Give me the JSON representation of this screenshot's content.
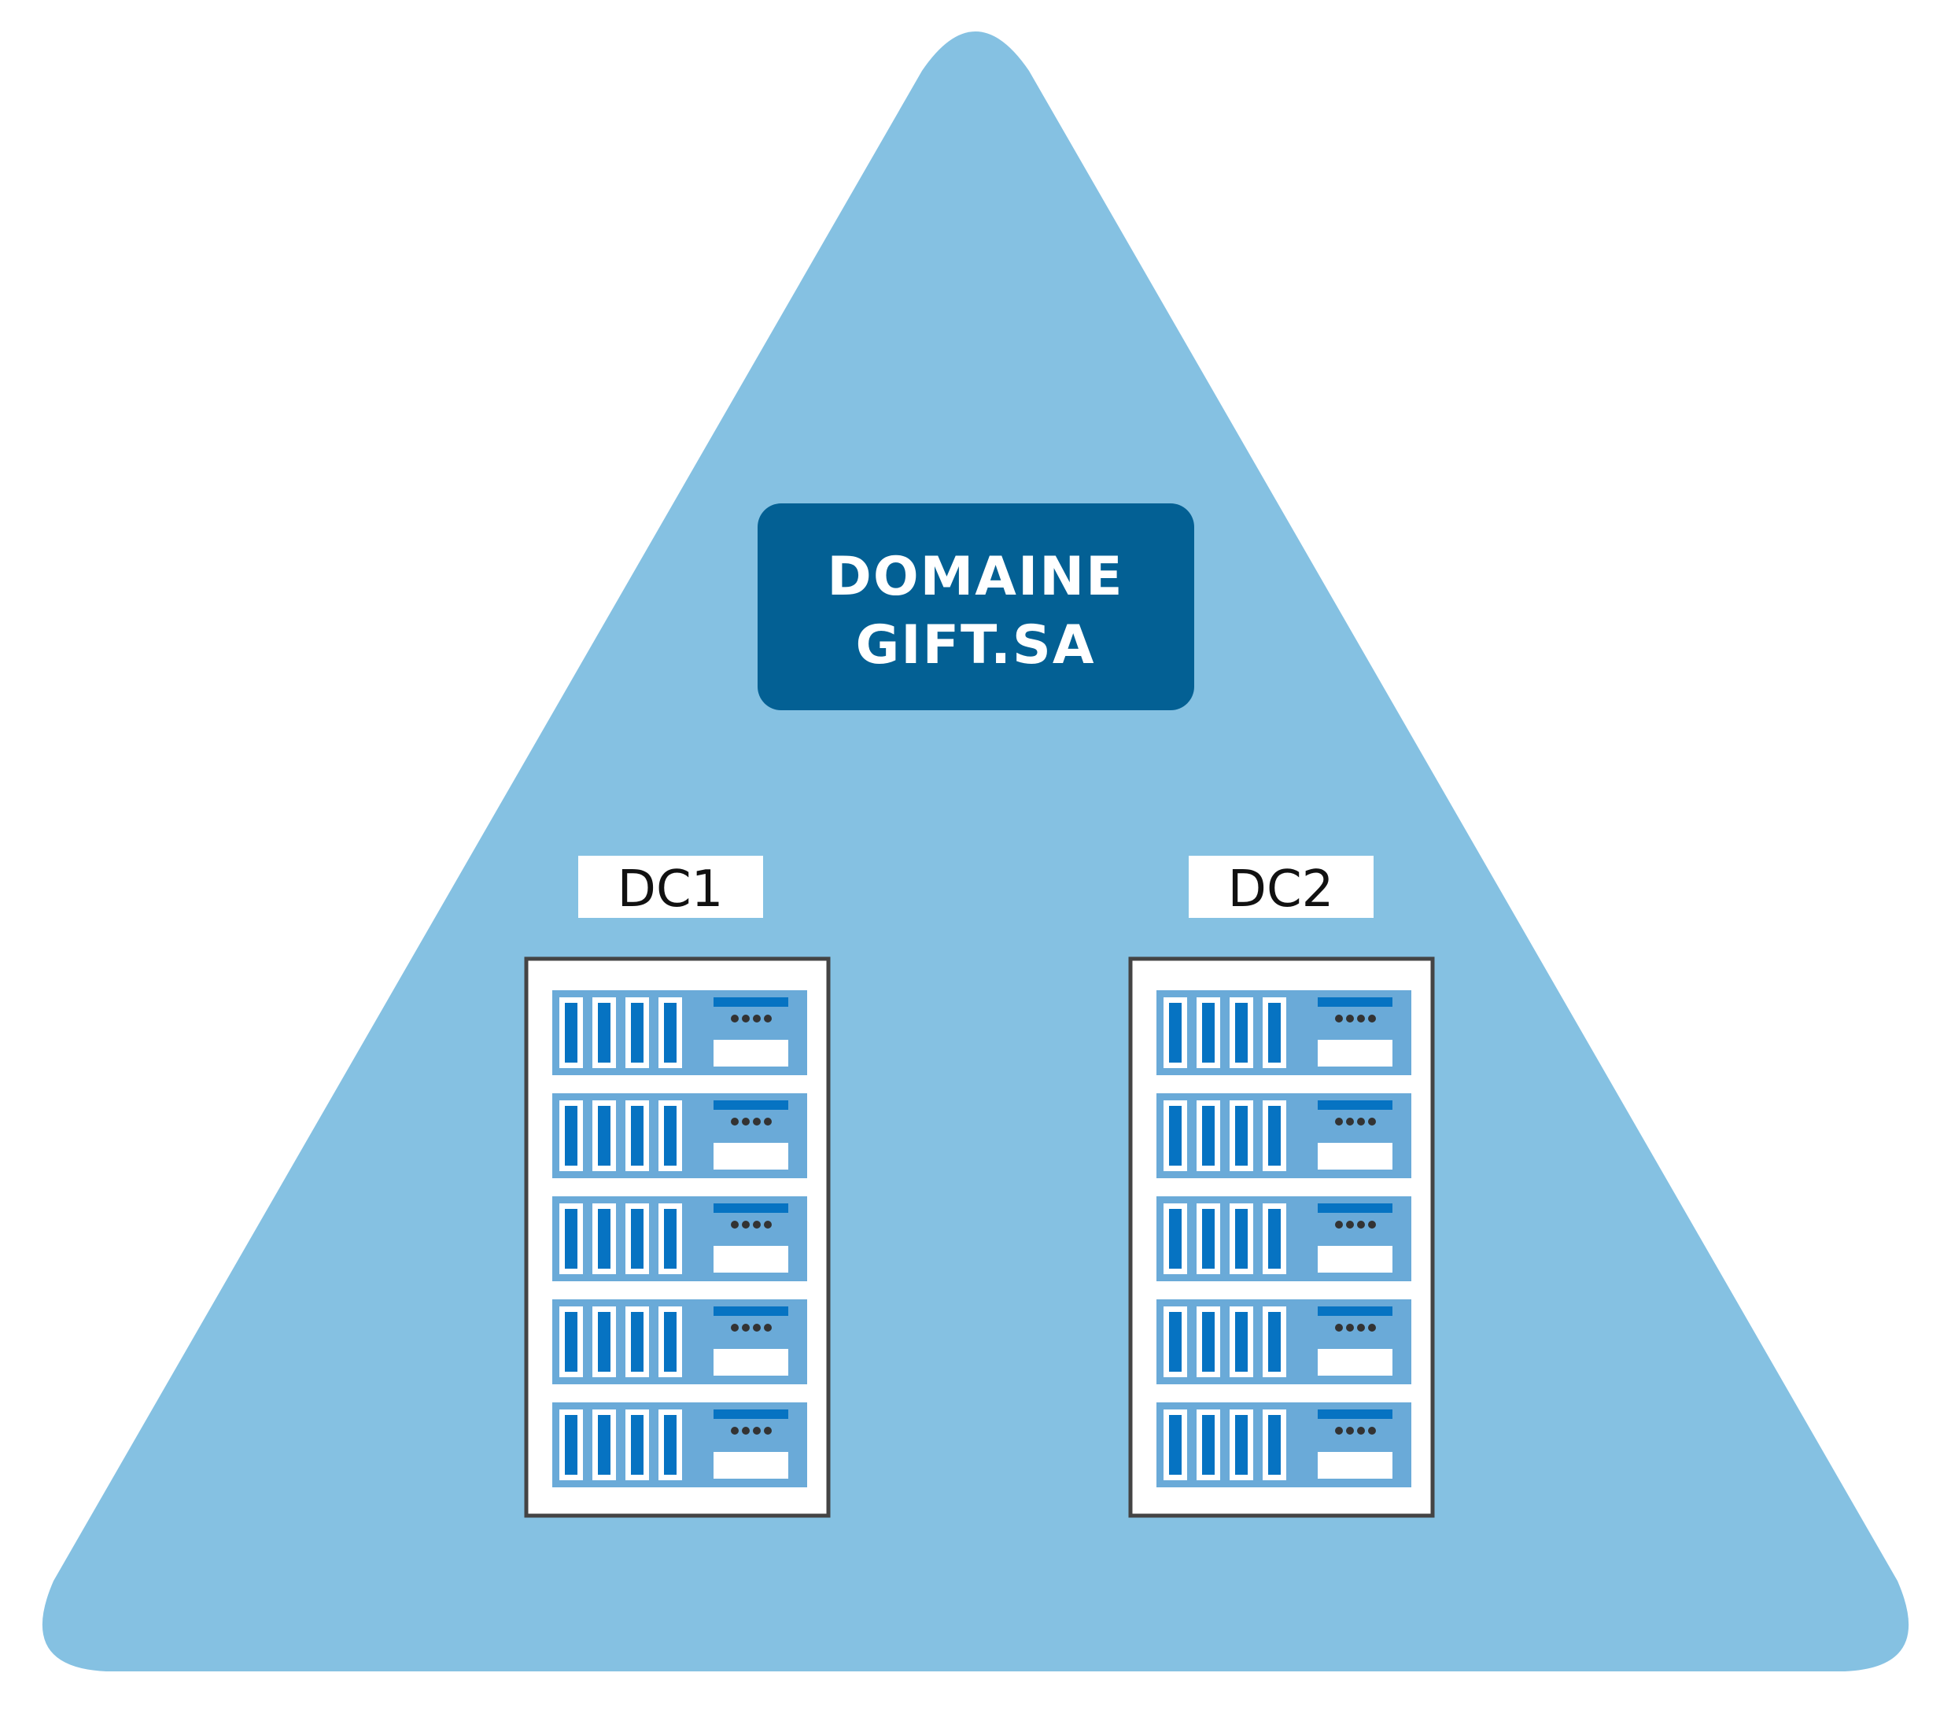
{
  "domain": {
    "line1": "DOMAINE",
    "line2": "GIFT.SA"
  },
  "controllers": [
    {
      "label": "DC1",
      "units": 5
    },
    {
      "label": "DC2",
      "units": 5
    }
  ],
  "colors": {
    "triangle": "#85C1E2",
    "domain_box": "#036094",
    "rack_frame": "#444444",
    "unit_bg": "#6AAAD8",
    "slot_fill": "#0673C2",
    "indicator_dots": "#333333"
  },
  "icons": [
    "server-rack-icon"
  ]
}
